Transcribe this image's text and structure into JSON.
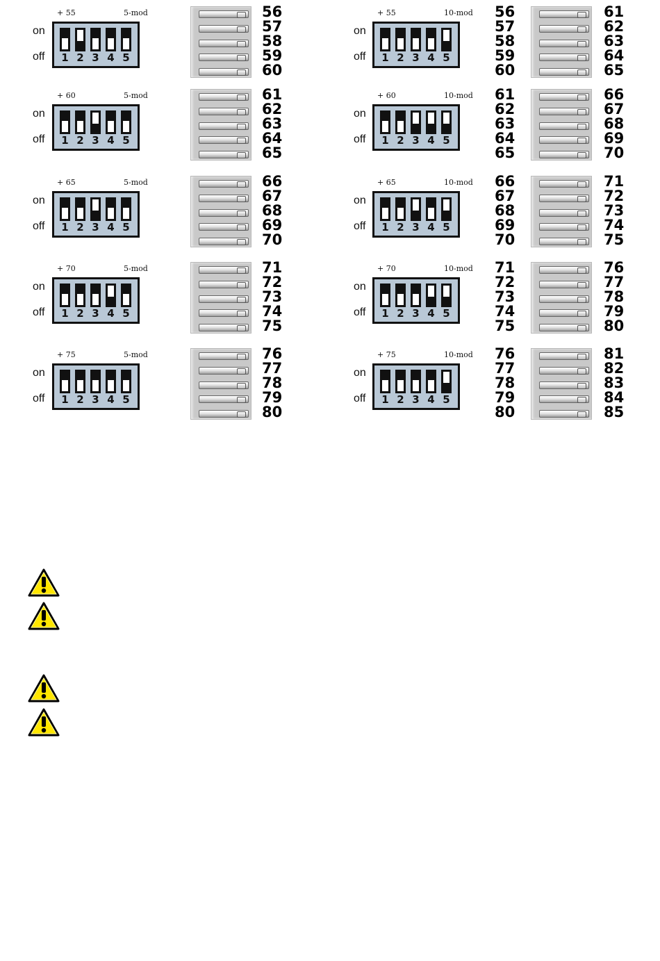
{
  "labels": {
    "on": "on",
    "off": "off"
  },
  "colors": {
    "dip_body": "#b9c8d6",
    "switch_slot": "#111111",
    "warning_fill": "#ffe600"
  },
  "configs": [
    {
      "header_left": "+ 55",
      "header_right": "5-mod",
      "switches": [
        "off",
        "on",
        "off",
        "off",
        "off"
      ],
      "switch_numbers": [
        "1",
        "2",
        "3",
        "4",
        "5"
      ],
      "apartments": [
        "56",
        "57",
        "58",
        "59",
        "60"
      ],
      "apartments_right": []
    },
    {
      "header_left": "+ 55",
      "header_right": "10-mod",
      "switches": [
        "off",
        "off",
        "off",
        "off",
        "on"
      ],
      "switch_numbers": [
        "1",
        "2",
        "3",
        "4",
        "5"
      ],
      "apartments": [
        "56",
        "57",
        "58",
        "59",
        "60"
      ],
      "apartments_right": [
        "61",
        "62",
        "63",
        "64",
        "65"
      ]
    },
    {
      "header_left": "+ 60",
      "header_right": "5-mod",
      "switches": [
        "off",
        "off",
        "on",
        "off",
        "off"
      ],
      "switch_numbers": [
        "1",
        "2",
        "3",
        "4",
        "5"
      ],
      "apartments": [
        "61",
        "62",
        "63",
        "64",
        "65"
      ],
      "apartments_right": []
    },
    {
      "header_left": "+ 60",
      "header_right": "10-mod",
      "switches": [
        "off",
        "off",
        "on",
        "on",
        "on"
      ],
      "switch_numbers": [
        "1",
        "2",
        "3",
        "4",
        "5"
      ],
      "apartments": [
        "61",
        "62",
        "63",
        "64",
        "65"
      ],
      "apartments_right": [
        "66",
        "67",
        "68",
        "69",
        "70"
      ]
    },
    {
      "header_left": "+ 65",
      "header_right": "5-mod",
      "switches": [
        "off",
        "off",
        "on",
        "off",
        "off"
      ],
      "switch_numbers": [
        "1",
        "2",
        "3",
        "4",
        "5"
      ],
      "apartments": [
        "66",
        "67",
        "68",
        "69",
        "70"
      ],
      "apartments_right": []
    },
    {
      "header_left": "+ 65",
      "header_right": "10-mod",
      "switches": [
        "off",
        "off",
        "on",
        "off",
        "on"
      ],
      "switch_numbers": [
        "1",
        "2",
        "3",
        "4",
        "5"
      ],
      "apartments": [
        "66",
        "67",
        "68",
        "69",
        "70"
      ],
      "apartments_right": [
        "71",
        "72",
        "73",
        "74",
        "75"
      ]
    },
    {
      "header_left": "+ 70",
      "header_right": "5-mod",
      "switches": [
        "off",
        "off",
        "off",
        "on",
        "off"
      ],
      "switch_numbers": [
        "1",
        "2",
        "3",
        "4",
        "5"
      ],
      "apartments": [
        "71",
        "72",
        "73",
        "74",
        "75"
      ],
      "apartments_right": []
    },
    {
      "header_left": "+ 70",
      "header_right": "10-mod",
      "switches": [
        "off",
        "off",
        "off",
        "on",
        "on"
      ],
      "switch_numbers": [
        "1",
        "2",
        "3",
        "4",
        "5"
      ],
      "apartments": [
        "71",
        "72",
        "73",
        "74",
        "75"
      ],
      "apartments_right": [
        "76",
        "77",
        "78",
        "79",
        "80"
      ]
    },
    {
      "header_left": "+ 75",
      "header_right": "5-mod",
      "switches": [
        "off",
        "off",
        "off",
        "off",
        "off"
      ],
      "switch_numbers": [
        "1",
        "2",
        "3",
        "4",
        "5"
      ],
      "apartments": [
        "76",
        "77",
        "78",
        "79",
        "80"
      ],
      "apartments_right": []
    },
    {
      "header_left": "+ 75",
      "header_right": "10-mod",
      "switches": [
        "off",
        "off",
        "off",
        "off",
        "on"
      ],
      "switch_numbers": [
        "1",
        "2",
        "3",
        "4",
        "5"
      ],
      "apartments": [
        "76",
        "77",
        "78",
        "79",
        "80"
      ],
      "apartments_right": [
        "81",
        "82",
        "83",
        "84",
        "85"
      ]
    }
  ],
  "warnings": [
    {
      "icon": "warning-icon"
    },
    {
      "icon": "warning-icon"
    },
    {
      "icon": "warning-icon"
    },
    {
      "icon": "warning-icon"
    }
  ]
}
